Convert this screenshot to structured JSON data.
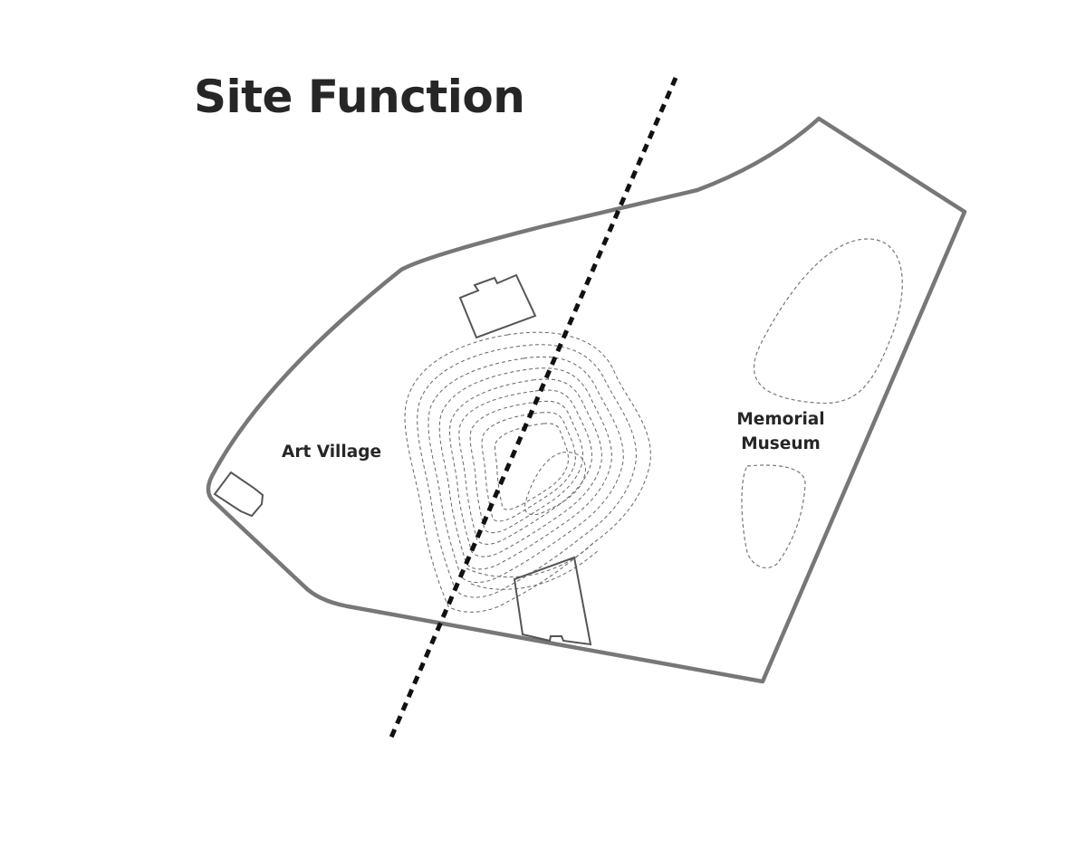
{
  "title": "Site Function",
  "zones": {
    "art_village": "Art Village",
    "memorial_museum": {
      "line1": "Memorial",
      "line2": "Museum"
    }
  },
  "colors": {
    "boundary": "#777777",
    "buildings": "#555555",
    "contours": "#666666",
    "axis": "#111111",
    "text": "#262626"
  }
}
